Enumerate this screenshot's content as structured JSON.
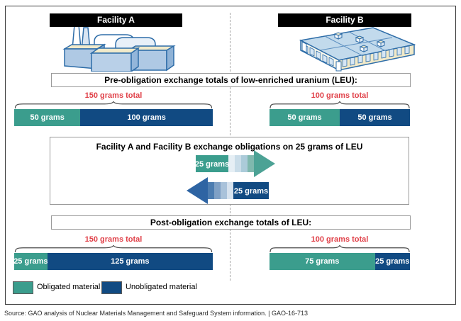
{
  "facilities": {
    "a": {
      "label": "Facility A",
      "illustration": "factory-building-icon"
    },
    "b": {
      "label": "Facility B",
      "illustration": "warehouse-building-icon"
    }
  },
  "sections": {
    "pre_title": "Pre-obligation exchange totals of low-enriched uranium (LEU):",
    "exchange_title": "Facility A and Facility B exchange obligations on 25 grams of LEU",
    "post_title": "Post-obligation exchange totals of LEU:"
  },
  "bars": {
    "pre_a": {
      "total_label": "150 grams total",
      "total_grams": 150,
      "segments": [
        {
          "label": "50 grams",
          "grams": 50,
          "type": "obligated"
        },
        {
          "label": "100 grams",
          "grams": 100,
          "type": "unobligated"
        }
      ]
    },
    "pre_b": {
      "total_label": "100 grams total",
      "total_grams": 100,
      "segments": [
        {
          "label": "50 grams",
          "grams": 50,
          "type": "obligated"
        },
        {
          "label": "50 grams",
          "grams": 50,
          "type": "unobligated"
        }
      ]
    },
    "post_a": {
      "total_label": "150 grams total",
      "total_grams": 150,
      "segments": [
        {
          "label": "25 grams",
          "grams": 25,
          "type": "obligated"
        },
        {
          "label": "125 grams",
          "grams": 125,
          "type": "unobligated"
        }
      ]
    },
    "post_b": {
      "total_label": "100 grams total",
      "total_grams": 100,
      "segments": [
        {
          "label": "75 grams",
          "grams": 75,
          "type": "obligated"
        },
        {
          "label": "25 grams",
          "grams": 25,
          "type": "unobligated"
        }
      ]
    }
  },
  "exchange": {
    "to_b_label": "25 grams",
    "to_a_label": "25 grams"
  },
  "legend": {
    "items": [
      {
        "label": "Obligated material",
        "type": "obligated"
      },
      {
        "label": "Unobligated material",
        "type": "unobligated"
      }
    ]
  },
  "source": "Source: GAO analysis of Nuclear Materials Management and Safeguard System information.  |  GAO-16-713",
  "colors": {
    "obligated_teal": "#3b9d8d",
    "unobligated_navy": "#114a82",
    "total_red": "#e04048",
    "header_bg": "#000000",
    "box_border": "#9a9a9a",
    "illustration_outline": "#2e6da8"
  }
}
